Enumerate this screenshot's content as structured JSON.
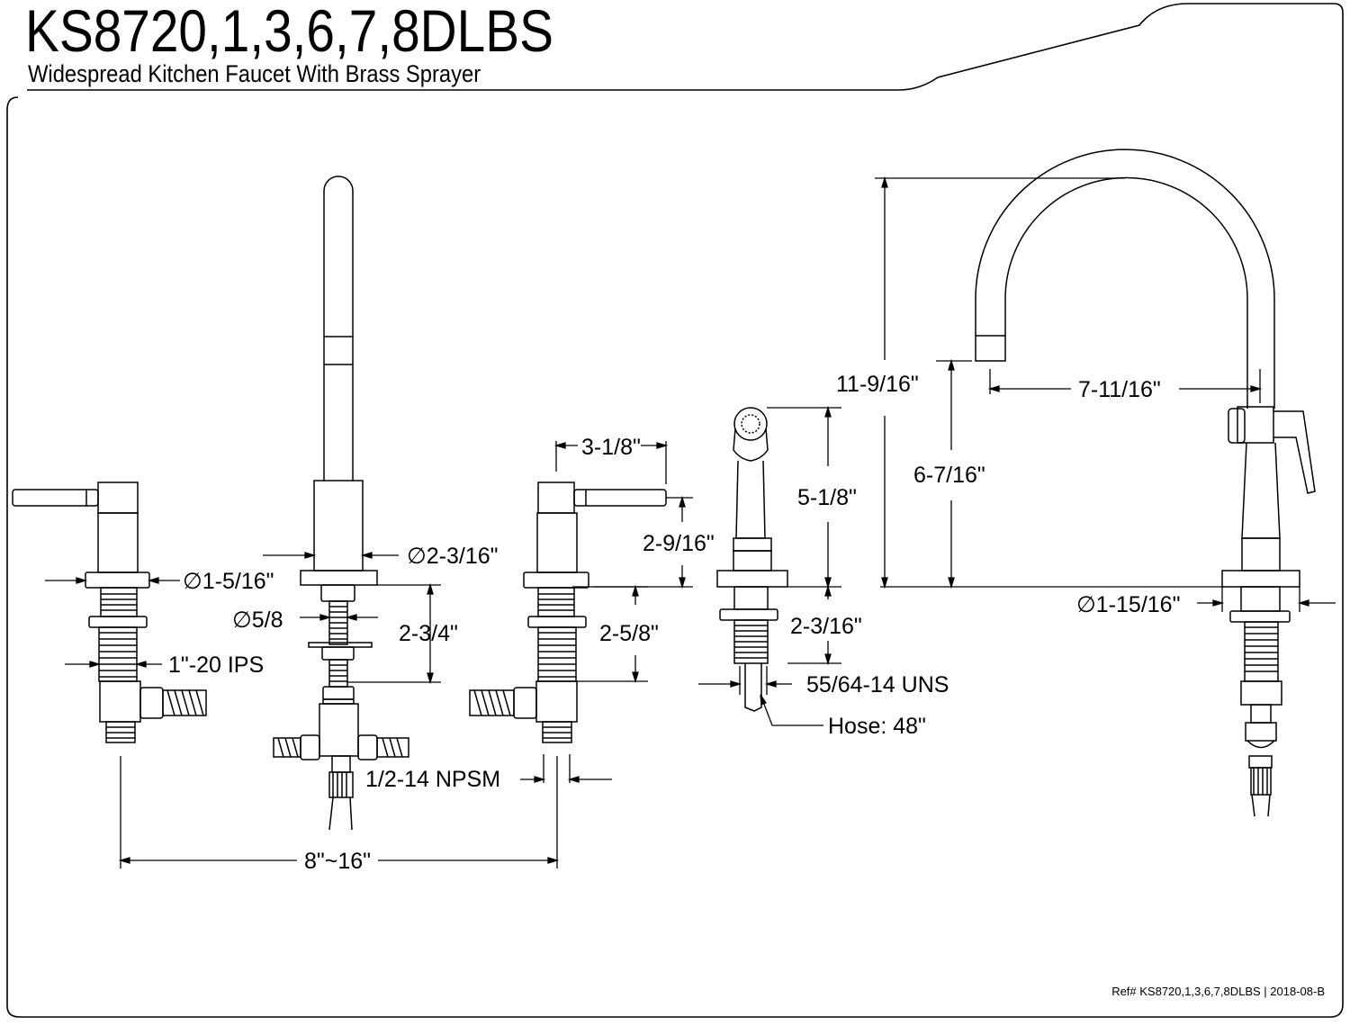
{
  "header": {
    "model_number": "KS8720,1,3,6,7,8DLBS",
    "description": "Widespread Kitchen Faucet With Brass Sprayer"
  },
  "dimensions": {
    "handle_flange_dia": "∅1-5/16\"",
    "handle_thread": "1\"-20 IPS",
    "spout_body_dia": "∅2-3/16\"",
    "spout_shank_dia": "∅5/8",
    "spout_shank_length": "2-3/4\"",
    "supply_connection": "1/2-14 NPSM",
    "spread": "8\"~16\"",
    "handle_projection": "3-1/8\"",
    "handle_height": "2-9/16\"",
    "handle_shank_length": "2-5/8\"",
    "sprayer_height": "5-1/8\"",
    "sprayer_shank_length": "2-3/16\"",
    "sprayer_thread": "55/64-14 UNS",
    "hose_length": "Hose: 48\"",
    "spout_height": "11-9/16\"",
    "spout_clearance": "6-7/16\"",
    "spout_reach": "7-11/16\"",
    "side_flange_dia": "∅1-15/16\""
  },
  "footer": {
    "reference": "Ref# KS8720,1,3,6,7,8DLBS | 2018-08-B"
  }
}
